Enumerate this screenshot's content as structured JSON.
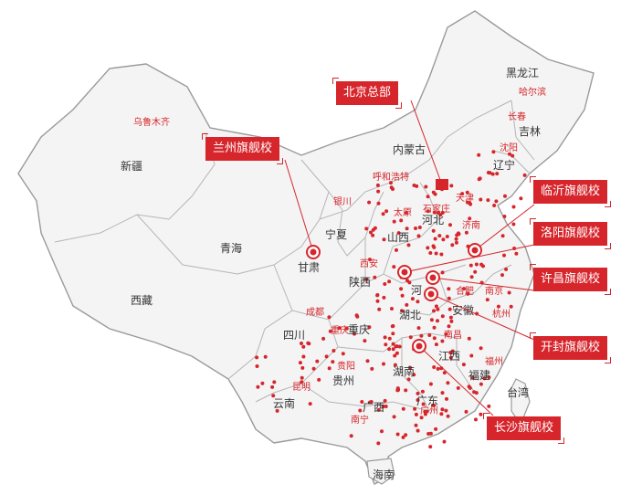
{
  "colors": {
    "accent": "#d6262c",
    "land": "#f4f4f4",
    "border": "#aaaaaa",
    "label": "#333333"
  },
  "provinces": [
    {
      "id": "heilongjiang",
      "name": "黑龙江"
    },
    {
      "id": "jilin",
      "name": "吉林"
    },
    {
      "id": "liaoning",
      "name": "辽宁"
    },
    {
      "id": "neimenggu",
      "name": "内蒙古"
    },
    {
      "id": "xinjiang",
      "name": "新疆"
    },
    {
      "id": "qinghai",
      "name": "青海"
    },
    {
      "id": "xizang",
      "name": "西藏"
    },
    {
      "id": "gansu",
      "name": "甘肃"
    },
    {
      "id": "ningxia",
      "name": "宁夏"
    },
    {
      "id": "shaanxi",
      "name": "陕西"
    },
    {
      "id": "shanxi",
      "name": "山西"
    },
    {
      "id": "hebei",
      "name": "河北"
    },
    {
      "id": "henan",
      "name": "河"
    },
    {
      "id": "hubei",
      "name": "湖北"
    },
    {
      "id": "anhui",
      "name": "安徽"
    },
    {
      "id": "sichuan",
      "name": "四川"
    },
    {
      "id": "chongqing",
      "name": "重庆"
    },
    {
      "id": "guizhou",
      "name": "贵州"
    },
    {
      "id": "yunnan",
      "name": "云南"
    },
    {
      "id": "guangxi",
      "name": "广西"
    },
    {
      "id": "hunan",
      "name": "湖南"
    },
    {
      "id": "jiangxi",
      "name": "江西"
    },
    {
      "id": "fujian",
      "name": "福建"
    },
    {
      "id": "guangdong",
      "name": "广东"
    },
    {
      "id": "hainan",
      "name": "海南"
    },
    {
      "id": "taiwan",
      "name": "台湾"
    }
  ],
  "cities": [
    {
      "id": "wulumuqi",
      "name": "乌鲁木齐"
    },
    {
      "id": "haerbin",
      "name": "哈尔滨"
    },
    {
      "id": "changchun",
      "name": "长春"
    },
    {
      "id": "shenyang",
      "name": "沈阳"
    },
    {
      "id": "huhehaote",
      "name": "呼和浩特"
    },
    {
      "id": "tianjin",
      "name": "天津"
    },
    {
      "id": "shijiazhuang",
      "name": "石家庄"
    },
    {
      "id": "taiyuan",
      "name": "太原"
    },
    {
      "id": "jinan",
      "name": "济南"
    },
    {
      "id": "yinchuan",
      "name": "银川"
    },
    {
      "id": "xian",
      "name": "西安"
    },
    {
      "id": "hefei",
      "name": "合肥"
    },
    {
      "id": "nanjing",
      "name": "南京"
    },
    {
      "id": "hangzhou",
      "name": "杭州"
    },
    {
      "id": "chengdu",
      "name": "成都"
    },
    {
      "id": "chongqing_c",
      "name": "重庆"
    },
    {
      "id": "guiyang",
      "name": "贵阳"
    },
    {
      "id": "kunming",
      "name": "昆明"
    },
    {
      "id": "nanning",
      "name": "南宁"
    },
    {
      "id": "nanchang",
      "name": "南昌"
    },
    {
      "id": "fuzhou",
      "name": "福州"
    },
    {
      "id": "guangzhou",
      "name": "广州"
    }
  ],
  "callouts": [
    {
      "id": "beijing",
      "label": "北京总部"
    },
    {
      "id": "lanzhou",
      "label": "兰州旗舰校"
    },
    {
      "id": "linyi",
      "label": "临沂旗舰校"
    },
    {
      "id": "luoyang",
      "label": "洛阳旗舰校"
    },
    {
      "id": "xuchang",
      "label": "许昌旗舰校"
    },
    {
      "id": "kaifeng",
      "label": "开封旗舰校"
    },
    {
      "id": "changsha",
      "label": "长沙旗舰校"
    }
  ]
}
